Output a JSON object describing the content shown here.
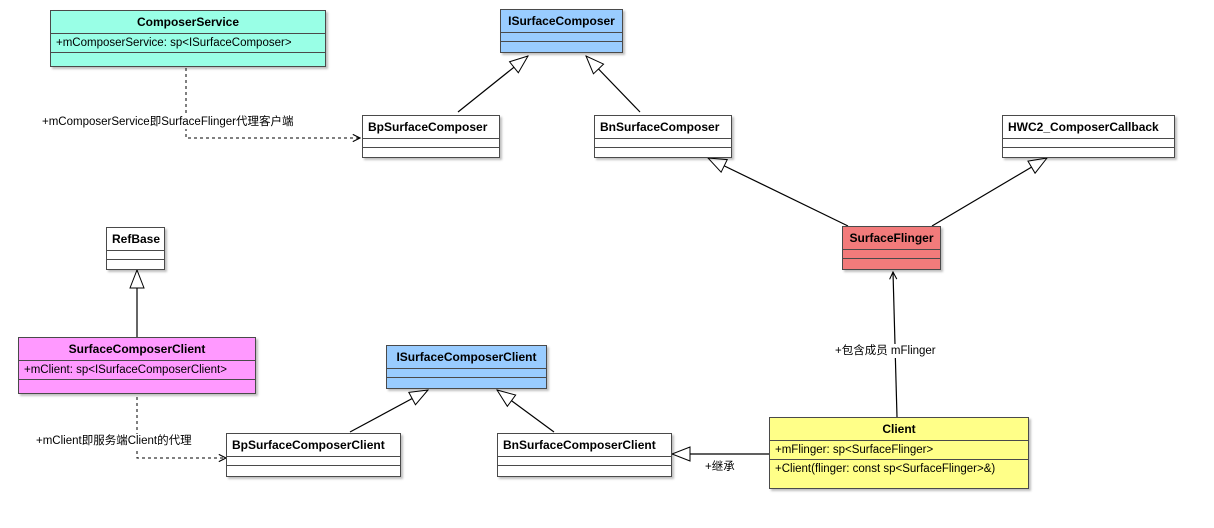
{
  "classes": {
    "composer_service": {
      "name": "ComposerService",
      "attribute": "+mComposerService: sp<ISurfaceComposer>"
    },
    "isurface_composer": {
      "name": "ISurfaceComposer"
    },
    "bp_surface_composer": {
      "name": "BpSurfaceComposer"
    },
    "bn_surface_composer": {
      "name": "BnSurfaceComposer"
    },
    "hwc2_composer_callback": {
      "name": "HWC2_ComposerCallback"
    },
    "surface_flinger": {
      "name": "SurfaceFlinger"
    },
    "ref_base": {
      "name": "RefBase"
    },
    "surface_composer_client": {
      "name": "SurfaceComposerClient",
      "attribute": "+mClient: sp<ISurfaceComposerClient>"
    },
    "isurface_composer_client": {
      "name": "ISurfaceComposerClient"
    },
    "bp_surface_composer_client": {
      "name": "BpSurfaceComposerClient"
    },
    "bn_surface_composer_client": {
      "name": "BnSurfaceComposerClient"
    },
    "client": {
      "name": "Client",
      "attribute": "+mFlinger: sp<SurfaceFlinger>",
      "operation": "+Client(flinger: const sp<SurfaceFlinger>&)"
    }
  },
  "relations": {
    "composer_service_proxy": "+mComposerService即SurfaceFlinger代理客户端",
    "client_proxy": "+mClient即服务端Client的代理",
    "client_member": "+包含成员 mFlinger",
    "client_inherit": "+继承"
  },
  "colors": {
    "composer_service": "#99ffe6",
    "interface": "#99ccff",
    "surface_flinger": "#f27b7b",
    "surface_composer_client": "#ff99ff",
    "client": "#ffff88",
    "plain": "#ffffff",
    "border": "#4a4a4a"
  }
}
